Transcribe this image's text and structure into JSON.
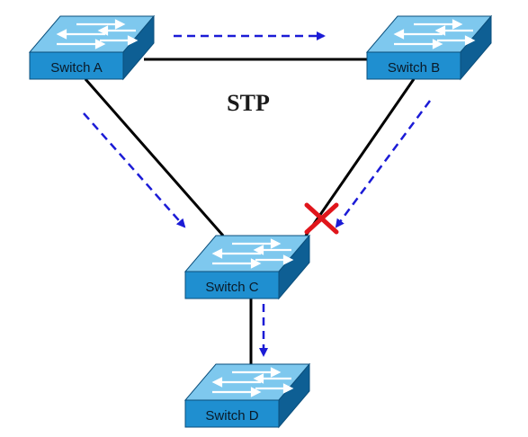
{
  "diagram": {
    "title": "STP",
    "switches": [
      {
        "id": "A",
        "label": "Switch A"
      },
      {
        "id": "B",
        "label": "Switch B"
      },
      {
        "id": "C",
        "label": "Switch C"
      },
      {
        "id": "D",
        "label": "Switch D"
      }
    ],
    "links": [
      {
        "from": "A",
        "to": "B",
        "state": "forwarding"
      },
      {
        "from": "A",
        "to": "C",
        "state": "forwarding"
      },
      {
        "from": "B",
        "to": "C",
        "state": "blocked"
      },
      {
        "from": "C",
        "to": "D",
        "state": "forwarding"
      }
    ],
    "traffic_flow": [
      {
        "from": "A",
        "to": "B"
      },
      {
        "from": "A",
        "to": "C"
      },
      {
        "from": "B",
        "to": "C"
      },
      {
        "from": "C",
        "to": "D"
      }
    ],
    "blocked_marker_icon": "red-x-icon",
    "colors": {
      "switch_top": "#7ec8ee",
      "switch_front": "#1f8fd0",
      "switch_side": "#0e5f94",
      "link": "#000000",
      "flow_arrow": "#1b1bd6",
      "blocked": "#e0151b"
    }
  }
}
